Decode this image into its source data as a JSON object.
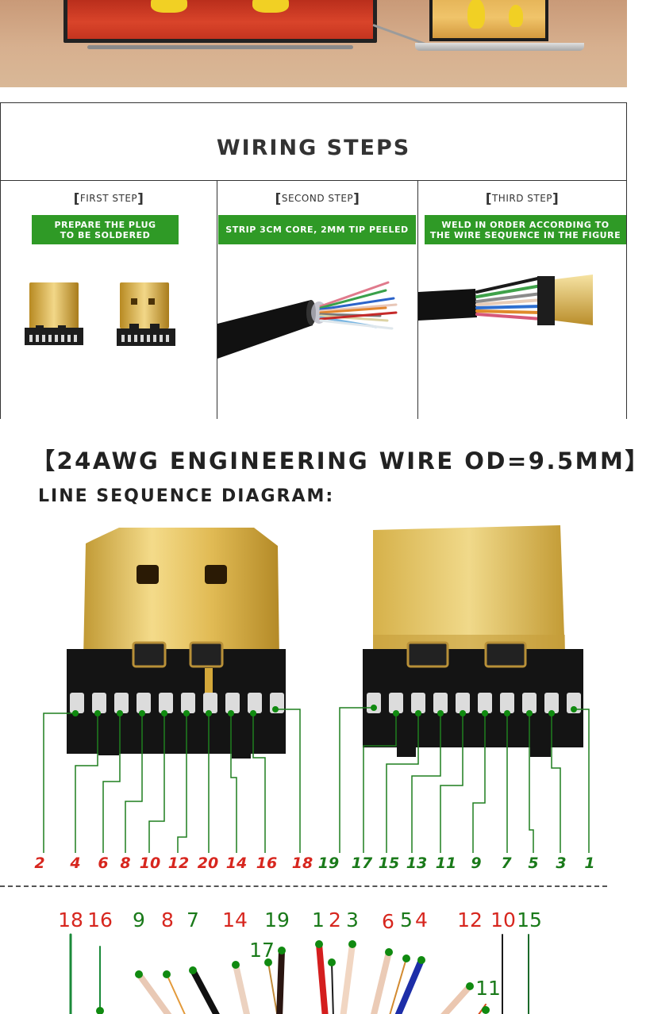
{
  "steps_header": {
    "title": "WIRING STEPS"
  },
  "steps": [
    {
      "label": "FIRST STEP",
      "description_line1": "PREPARE THE PLUG",
      "description_line2": "TO BE SOLDERED"
    },
    {
      "label": "SECOND STEP",
      "description_line1": "STRIP 3CM CORE, 2MM TIP PEELED",
      "description_line2": ""
    },
    {
      "label": "THIRD STEP",
      "description_line1": "WELD IN ORDER ACCORDING TO",
      "description_line2": "THE WIRE SEQUENCE IN THE FIGURE"
    }
  ],
  "cable_spec": "【24AWG ENGINEERING WIRE OD=9.5MM】",
  "diagram_title": "LINE SEQUENCE DIAGRAM:",
  "left_plug_pins": [
    "2",
    "4",
    "6",
    "8",
    "10",
    "12",
    "20",
    "14",
    "16",
    "18"
  ],
  "right_plug_pins": [
    "19",
    "17",
    "15",
    "13",
    "11",
    "9",
    "7",
    "5",
    "3",
    "1"
  ],
  "wire_labels": [
    "18",
    "16",
    "9",
    "8",
    "7",
    "14",
    "19",
    "17",
    "1",
    "2",
    "3",
    "6",
    "5",
    "4",
    "12",
    "10",
    "15",
    "11"
  ],
  "colors": {
    "even_pin_label": "#d7261e",
    "odd_pin_label": "#1a7a1a",
    "pin_dot": "#108a10",
    "leader_line": "#1f7f1f",
    "step_banner": "#2f9a26",
    "gold": "#d9b140"
  }
}
